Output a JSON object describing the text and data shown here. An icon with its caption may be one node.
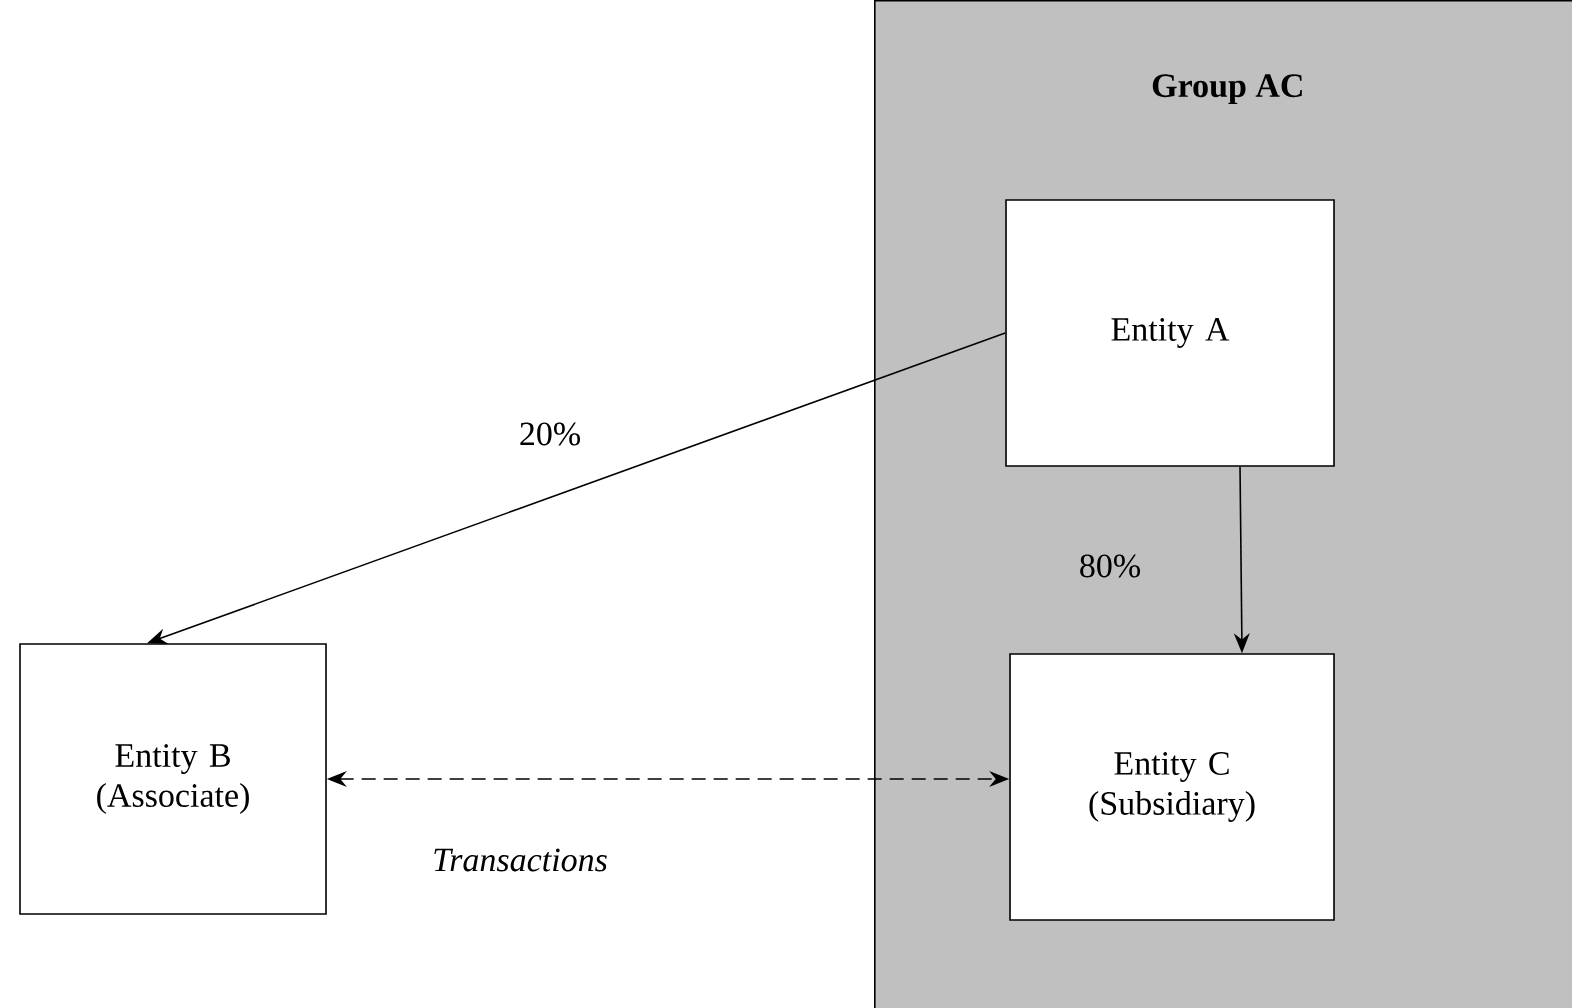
{
  "diagram": {
    "nodes": [
      {
        "text": [
          "Group AC"
        ]
      },
      {
        "text": [
          "Entity A"
        ],
        "in": 0
      },
      {
        "text": [
          "Entity B (Associate)"
        ]
      },
      {
        "text": [
          "Entity C (Subsidiary)"
        ],
        "in": 0
      }
    ],
    "edges": [
      {
        "from": 1,
        "to": 2,
        "arrow": "to",
        "label": "20%"
      },
      {
        "from": 1,
        "to": 3,
        "arrow": "to",
        "label": "80%"
      },
      {
        "from": 2,
        "to": 3,
        "arrow": "both",
        "style": "dashed",
        "label": "*Transactions*"
      }
    ]
  }
}
